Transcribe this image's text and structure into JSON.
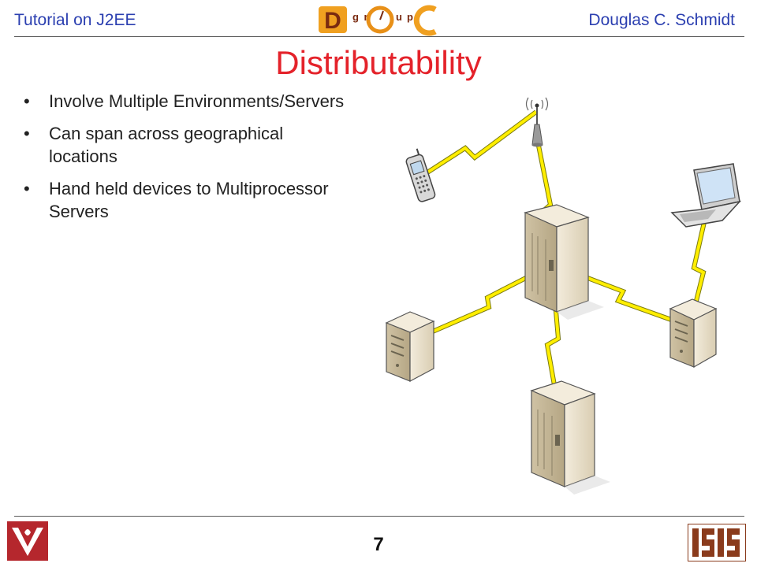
{
  "header": {
    "left_text": "Tutorial on J2EE",
    "right_text": "Douglas C. Schmidt",
    "logo_letters": [
      "D",
      "g",
      "r",
      "O",
      "u",
      "p",
      "C"
    ]
  },
  "slide": {
    "title": "Distributability",
    "bullets": [
      "Involve Multiple Environments/Servers",
      "Can span across geographical locations",
      "Hand held devices to Multiprocessor Servers"
    ],
    "bullet_glyph": "•"
  },
  "footer": {
    "page_number": "7"
  },
  "colors": {
    "header_text": "#2b3fb0",
    "title": "#e4222a",
    "lightning": "#ffee00",
    "server_body": "#e9dfc9",
    "logo_v_red": "#b5272d",
    "logo_isis_brown": "#8a3b1c"
  },
  "icons": {
    "antenna": "antenna-icon",
    "phone": "cell-phone-icon",
    "laptop": "laptop-icon",
    "server_small": "small-server-icon",
    "server_tower": "tower-server-icon"
  }
}
